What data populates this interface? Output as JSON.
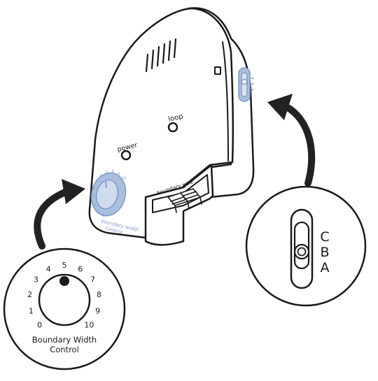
{
  "device": {
    "vent_slots": 6,
    "loop_label": "loop",
    "power_label": "power",
    "boundary_wire_label": "boundary wire",
    "dial_label_line1": "boundary width",
    "dial_label_line2": "control",
    "dial_small_numbers": [
      "0",
      "1",
      "2",
      "3",
      "4",
      "5",
      "6",
      "7",
      "8",
      "9",
      "10"
    ]
  },
  "dial_callout": {
    "numbers": [
      "0",
      "1",
      "2",
      "3",
      "4",
      "5",
      "6",
      "7",
      "8",
      "9",
      "10"
    ],
    "selected": "5",
    "title_line1": "Boundary Width",
    "title_line2": "Control"
  },
  "switch_callout": {
    "positions": [
      "C",
      "B",
      "A"
    ],
    "selected": "B"
  },
  "colors": {
    "outline": "#1a1a1a",
    "highlight": "#a9bfdf",
    "highlight_stroke": "#7f9cc8",
    "arrow": "#222222"
  }
}
